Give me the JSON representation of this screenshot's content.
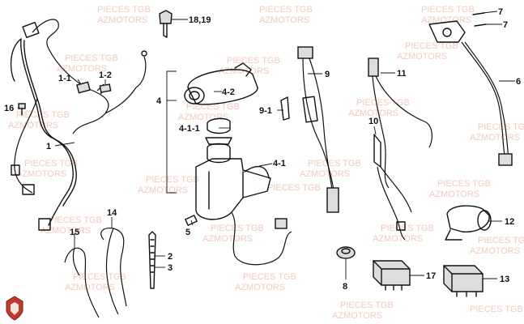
{
  "watermark": {
    "line1": "PIECES TGB",
    "line2": "AZMOTORS",
    "color": "#f2b8a8"
  },
  "logo_color": "#c0392b",
  "callouts": {
    "c1": "1",
    "c1_1": "1-1",
    "c1_2": "1-2",
    "c2": "2",
    "c3": "3",
    "c4": "4",
    "c4_1": "4-1",
    "c4_1_1": "4-1-1",
    "c4_2": "4-2",
    "c5": "5",
    "c6": "6",
    "c7a": "7",
    "c7b": "7",
    "c8": "8",
    "c9": "9",
    "c9_1": "9-1",
    "c10": "10",
    "c11": "11",
    "c12": "12",
    "c13": "13",
    "c14": "14",
    "c15": "15",
    "c16": "16",
    "c17": "17",
    "c18_19": "18,19"
  }
}
